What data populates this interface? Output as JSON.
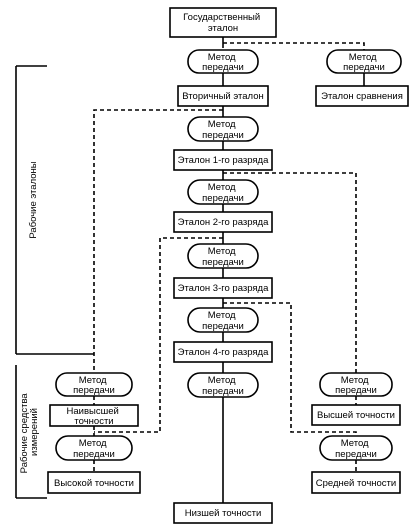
{
  "nodes": {
    "state_standard": [
      "Государственный",
      "эталон"
    ],
    "method_1": [
      "Метод",
      "передачи"
    ],
    "method_2": [
      "Метод",
      "передачи"
    ],
    "secondary_standard": [
      "Вторичный эталон"
    ],
    "comparison_standard": [
      "Эталон сравнения"
    ],
    "method_3": [
      "Метод",
      "передачи"
    ],
    "standard_rank_1": [
      "Эталон 1-го разряда"
    ],
    "method_4": [
      "Метод",
      "передачи"
    ],
    "standard_rank_2": [
      "Эталон 2-го разряда"
    ],
    "method_5": [
      "Метод",
      "передачи"
    ],
    "standard_rank_3": [
      "Эталон 3-го разряда"
    ],
    "method_6": [
      "Метод",
      "передачи"
    ],
    "standard_rank_4": [
      "Эталон 4-го разряда"
    ],
    "method_left_1": [
      "Метод",
      "передачи"
    ],
    "highest_accuracy": [
      "Наивысшей",
      "точности"
    ],
    "method_left_2": [
      "Метод",
      "передачи"
    ],
    "high_accuracy": [
      "Высокой точности"
    ],
    "method_center": [
      "Метод",
      "передачи"
    ],
    "lowest_accuracy": [
      "Низшей точности"
    ],
    "method_right_1": [
      "Метод",
      "передачи"
    ],
    "higher_accuracy": [
      "Высшей точности"
    ],
    "method_right_2": [
      "Метод",
      "передачи"
    ],
    "medium_accuracy": [
      "Средней точности"
    ]
  },
  "side_labels": {
    "working_standards": "Рабочие эталоны",
    "working_instruments": [
      "Рабочие средства",
      "измерений"
    ]
  }
}
